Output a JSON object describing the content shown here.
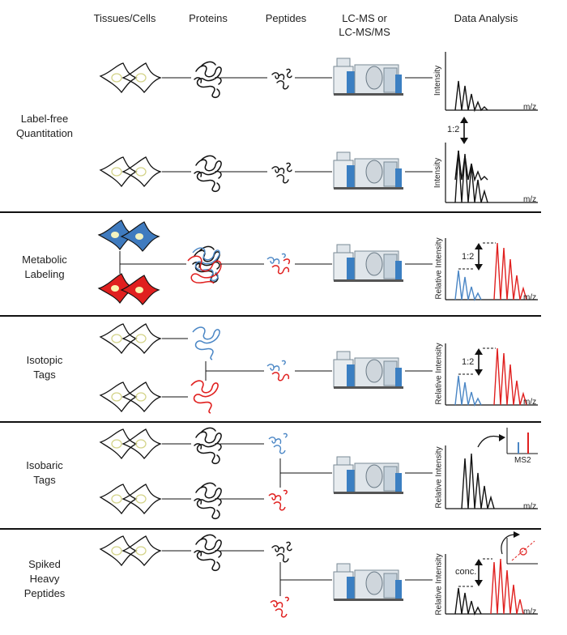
{
  "columns": [
    "Tissues/Cells",
    "Proteins",
    "Peptides",
    "LC-MS or\nLC-MS/MS",
    "Data Analysis"
  ],
  "rows": [
    "Label-free\nQuantitation",
    "Metabolic\nLabeling",
    "Isotopic\nTags",
    "Isobaric\nTags",
    "Spiked\nHeavy\nPeptides"
  ],
  "axis": {
    "intensity": "Intensity",
    "relative_intensity": "Relative Intensity",
    "mz": "m/z"
  },
  "annotations": {
    "ratio_label_free": "1:2",
    "ratio_metabolic": "1:2",
    "ratio_isotopic": "1:2",
    "ms2": "MS2",
    "conc": "conc."
  },
  "colors": {
    "black": "#111111",
    "blue": "#4a86c5",
    "red": "#e0201f",
    "cell_fill_blue": "#3f7bbf",
    "cell_fill_red": "#e0201f",
    "nucleus": "#e8e8a0"
  }
}
